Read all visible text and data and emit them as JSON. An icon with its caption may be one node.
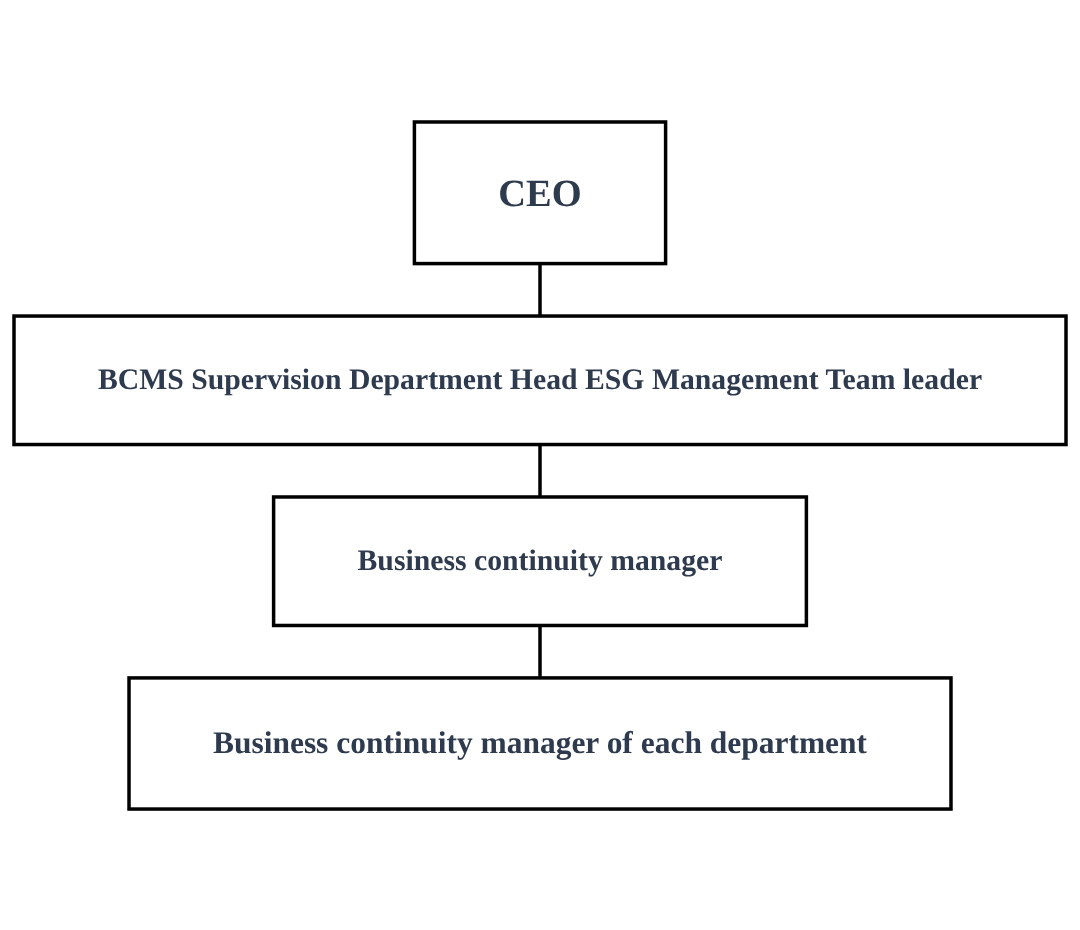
{
  "diagram": {
    "nodes": [
      {
        "text": [
          "CEO"
        ]
      },
      {
        "text": [
          "BCMS Supervision Department Head ESG Management Team leader"
        ]
      },
      {
        "text": [
          "Business continuity manager"
        ]
      },
      {
        "text": [
          "Business continuity manager of each department"
        ]
      }
    ],
    "edges": [
      {
        "from": 0,
        "to": 1,
        "arrow": "none"
      },
      {
        "from": 1,
        "to": 2,
        "arrow": "none"
      },
      {
        "from": 2,
        "to": 3,
        "arrow": "none"
      }
    ]
  }
}
